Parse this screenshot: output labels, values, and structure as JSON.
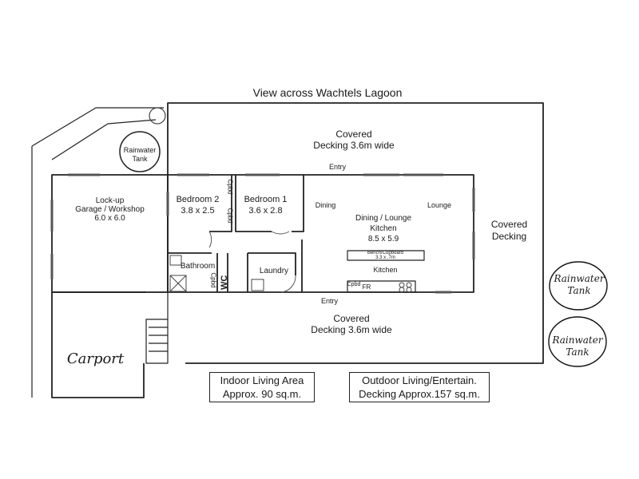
{
  "title": "View across Wachtels Lagoon",
  "decks": {
    "top_line1": "Covered",
    "top_line2": "Decking 3.6m wide",
    "bottom_line1": "Covered",
    "bottom_line2": "Decking 3.6m wide",
    "right_line1": "Covered",
    "right_line2": "Decking"
  },
  "tanks": {
    "printed_line1": "Rainwater",
    "printed_line2": "Tank",
    "hand1_line1": "Rainwater",
    "hand1_line2": "Tank",
    "hand2_line1": "Rainwater",
    "hand2_line2": "Tank"
  },
  "rooms": {
    "garage_line1": "Lock-up",
    "garage_line2": "Garage / Workshop",
    "garage_line3": "6.0 x 6.0",
    "bedroom2_name": "Bedroom 2",
    "bedroom2_size": "3.8 x 2.5",
    "bedroom1_name": "Bedroom 1",
    "bedroom1_size": "3.6 x 2.8",
    "cpbd_1": "Cpbd",
    "cpbd_2": "Cpbd",
    "cpbd_3": "Cpbd",
    "cpbd_4": "Cpbd",
    "bathroom": "Bathroom",
    "wc": "WC",
    "laundry": "Laundry",
    "dining": "Dining",
    "lounge": "Lounge",
    "main_line1": "Dining / Lounge",
    "main_line2": "Kitchen",
    "main_line3": "8.5 x 5.9",
    "bench_line1": "Bench/Cupboard",
    "bench_line2": "3.3 x .7m",
    "kitchen": "Kitchen",
    "fr": "FR",
    "entry_top": "Entry",
    "entry_bottom": "Entry",
    "carport": "Carport"
  },
  "summary": {
    "indoor_line1": "Indoor Living  Area",
    "indoor_line2": "Approx. 90 sq.m.",
    "outdoor_line1": "Outdoor Living/Entertain.",
    "outdoor_line2": "Decking  Approx.157 sq.m."
  },
  "colors": {
    "line": "#222222",
    "light_line": "#555555",
    "window": "#555555"
  }
}
